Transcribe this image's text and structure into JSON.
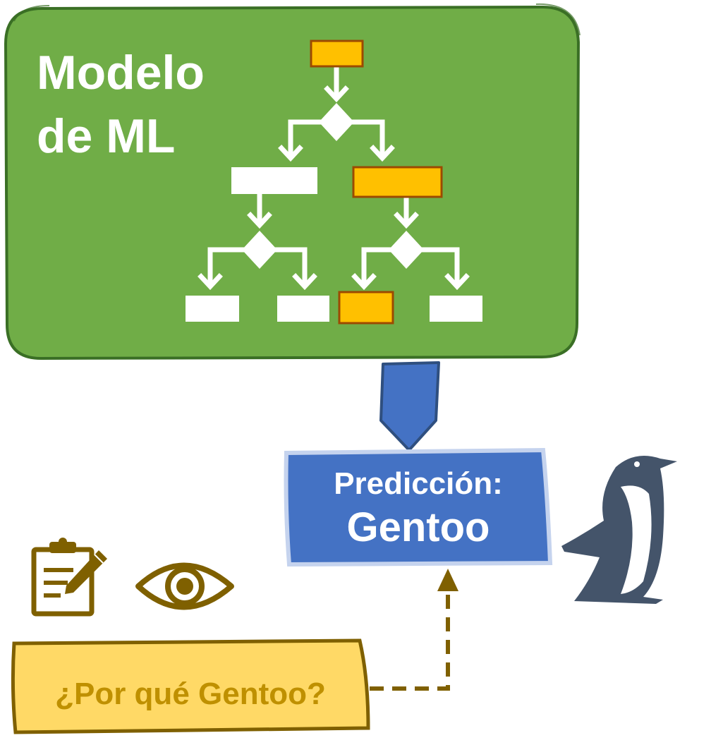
{
  "model": {
    "title_line1": "Modelo",
    "title_line2": "de ML",
    "box_color": "#70AD47",
    "outline_color": "#3A6F25"
  },
  "tree": {
    "node_color": "#ffffff",
    "highlight_color": "#FFC000",
    "highlight_stroke": "#9C4A00"
  },
  "prediction": {
    "line1": "Predicción:",
    "line2": "Gentoo",
    "box_color": "#4472C4",
    "border_color": "#C5D3EE"
  },
  "arrow_color": "#4472C4",
  "question": {
    "text": "¿Por qué Gentoo?",
    "box_color": "#FFD966",
    "outline_color": "#7F6000",
    "text_color": "#BF9000"
  },
  "icons": {
    "clipboard": "clipboard-pencil-icon",
    "eye": "eye-icon",
    "penguin": "penguin-icon",
    "icon_color": "#7F6000",
    "penguin_color": "#44546A"
  }
}
